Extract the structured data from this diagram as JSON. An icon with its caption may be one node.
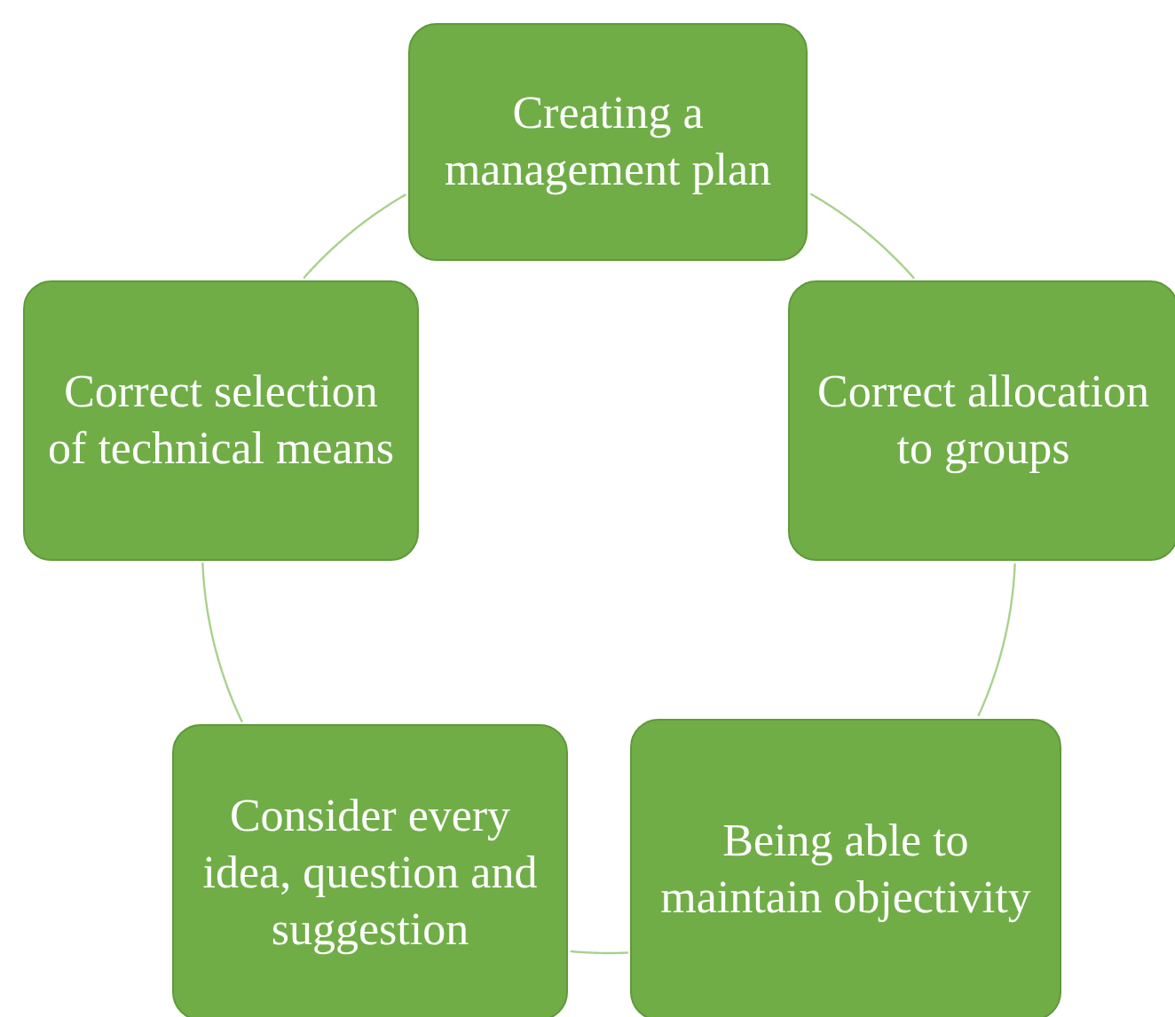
{
  "diagram": {
    "nodes": [
      {
        "text": [
          "Creating a management plan"
        ]
      },
      {
        "text": [
          "Correct allocation to groups"
        ]
      },
      {
        "text": [
          "Being able to maintain objectivity"
        ]
      },
      {
        "text": [
          "Consider every idea, question and suggestion"
        ]
      },
      {
        "text": [
          "Correct selection of technical means"
        ]
      }
    ],
    "edges": [
      {
        "from": 0,
        "to": 1,
        "arrow": "none"
      },
      {
        "from": 1,
        "to": 2,
        "arrow": "none"
      },
      {
        "from": 2,
        "to": 3,
        "arrow": "none"
      },
      {
        "from": 3,
        "to": 4,
        "arrow": "none"
      },
      {
        "from": 4,
        "to": 0,
        "arrow": "none"
      }
    ]
  }
}
